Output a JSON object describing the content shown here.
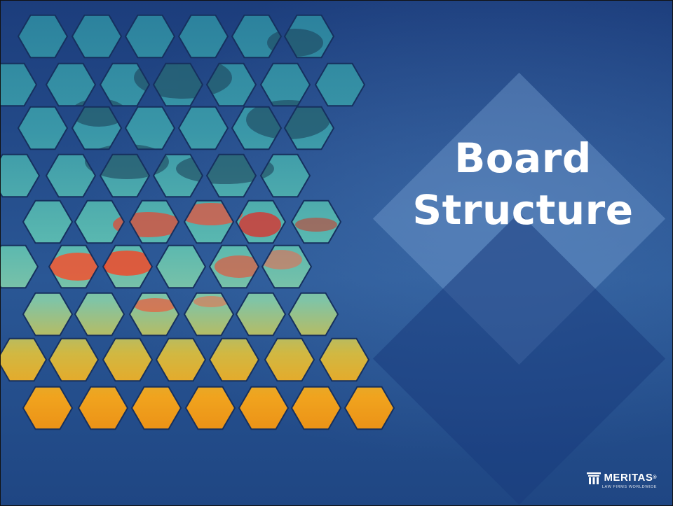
{
  "slide": {
    "title_line1": "Board",
    "title_line2": "Structure"
  },
  "logo": {
    "icon": "meritas-pillar-icon",
    "name": "MERITAS",
    "registered": "®",
    "tagline": "LAW FIRMS WORLDWIDE"
  },
  "colors": {
    "background_top": "#1c3d7c",
    "background_mid": "#2a5795",
    "title_text": "#ffffff",
    "sky_teal": "#2e8fa6",
    "cloud_red": "#e2483a",
    "sunset_yellow": "#d4b440",
    "sunset_orange": "#ee9f1a"
  }
}
